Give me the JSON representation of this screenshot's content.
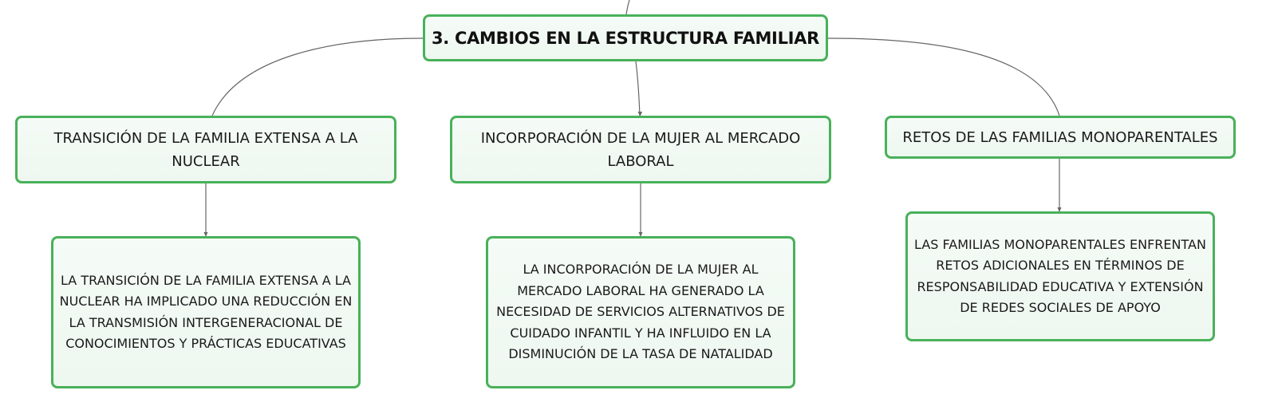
{
  "colors": {
    "node_border": "#49b15a",
    "node_fill": "#f1f9f3",
    "connector": "#666666",
    "text": "#1a1a1a"
  },
  "diagram": {
    "root": {
      "label": "3. CAMBIOS EN LA ESTRUCTURA FAMILIAR"
    },
    "branches": [
      {
        "label": "TRANSICIÓN DE LA FAMILIA EXTENSA A LA NUCLEAR",
        "detail": "LA TRANSICIÓN DE LA FAMILIA EXTENSA A LA NUCLEAR HA IMPLICADO UNA REDUCCIÓN EN LA TRANSMISIÓN INTERGENERACIONAL DE CONOCIMIENTOS Y PRÁCTICAS EDUCATIVAS"
      },
      {
        "label": "INCORPORACIÓN DE LA MUJER AL MERCADO LABORAL",
        "detail": "LA INCORPORACIÓN DE LA MUJER AL MERCADO LABORAL HA GENERADO LA NECESIDAD DE SERVICIOS ALTERNATIVOS DE CUIDADO INFANTIL Y HA INFLUIDO EN LA DISMINUCIÓN DE LA TASA DE NATALIDAD"
      },
      {
        "label": "RETOS DE LAS FAMILIAS MONOPARENTALES",
        "detail": "LAS FAMILIAS MONOPARENTALES ENFRENTAN RETOS ADICIONALES EN TÉRMINOS DE RESPONSABILIDAD EDUCATIVA Y EXTENSIÓN DE REDES SOCIALES DE APOYO"
      }
    ]
  }
}
